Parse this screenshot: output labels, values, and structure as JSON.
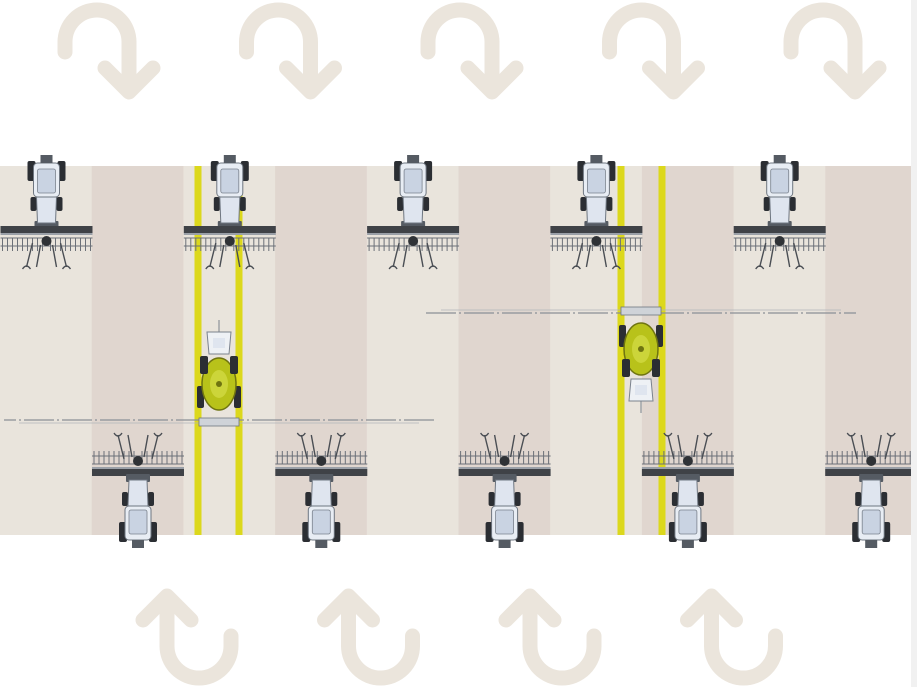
{
  "diagram": {
    "kind": "field-tramline-driving-pattern",
    "colors": {
      "strip_light": "#e9e4dc",
      "strip_dark": "#e0d6cf",
      "tramline": "#dcd81c",
      "turn_arrow": "#ebe5dc",
      "tractor_body": "#dfe5ef",
      "tractor_dark": "#555b63",
      "implement": "#3f4247",
      "sprayer_tank": "#b8c21a"
    },
    "strips": {
      "count": 10,
      "pattern": [
        "light",
        "dark"
      ]
    },
    "top_turn_arrows": {
      "count": 5,
      "icon": "u-turn-right-down-icon"
    },
    "bottom_turn_arrows": {
      "count": 4,
      "icon": "u-turn-up-icon"
    },
    "tractors_top": {
      "count": 5,
      "direction": "down",
      "implement": "seed-drill"
    },
    "tractors_bottom": {
      "count": 5,
      "direction": "up",
      "implement": "seed-drill"
    },
    "tramlines": {
      "pairs": 2
    },
    "sprayers": {
      "count": 2,
      "implement": "boom-sprayer"
    }
  }
}
